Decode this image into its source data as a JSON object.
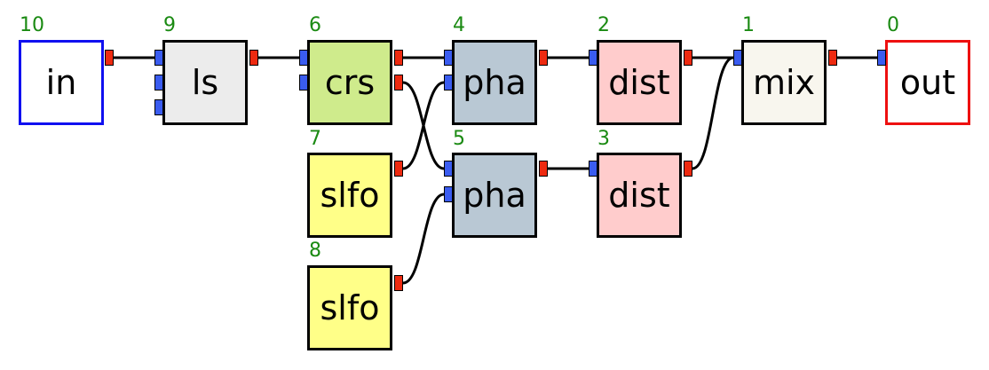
{
  "colors": {
    "index_text": "#1a8a12",
    "port_in": "#3a5cf0",
    "port_out": "#ee2a10",
    "wire": "#000000"
  },
  "nodes": {
    "in": {
      "label": "in",
      "index": "10",
      "fill": "#ffffff",
      "border": "#1010f0"
    },
    "ls": {
      "label": "ls",
      "index": "9",
      "fill": "#ececec",
      "border": "#000000"
    },
    "crs": {
      "label": "crs",
      "index": "6",
      "fill": "#cfeb8c",
      "border": "#000000"
    },
    "slfo7": {
      "label": "slfo",
      "index": "7",
      "fill": "#ffff88",
      "border": "#000000"
    },
    "slfo8": {
      "label": "slfo",
      "index": "8",
      "fill": "#ffff88",
      "border": "#000000"
    },
    "pha4": {
      "label": "pha",
      "index": "4",
      "fill": "#b9c8d4",
      "border": "#000000"
    },
    "pha5": {
      "label": "pha",
      "index": "5",
      "fill": "#b9c8d4",
      "border": "#000000"
    },
    "dist2": {
      "label": "dist",
      "index": "2",
      "fill": "#ffcccc",
      "border": "#000000"
    },
    "dist3": {
      "label": "dist",
      "index": "3",
      "fill": "#ffcccc",
      "border": "#000000"
    },
    "mix": {
      "label": "mix",
      "index": "1",
      "fill": "#f8f6ee",
      "border": "#000000"
    },
    "out": {
      "label": "out",
      "index": "0",
      "fill": "#ffffff",
      "border": "#ee1010"
    }
  },
  "connections": [
    {
      "from": "in:out0",
      "to": "ls:in0"
    },
    {
      "from": "ls:out0",
      "to": "crs:in0"
    },
    {
      "from": "crs:out0",
      "to": "pha4:in0"
    },
    {
      "from": "crs:out1",
      "to": "pha5:in0"
    },
    {
      "from": "slfo7:out0",
      "to": "pha4:in1"
    },
    {
      "from": "slfo8:out0",
      "to": "pha5:in1"
    },
    {
      "from": "pha4:out0",
      "to": "dist2:in0"
    },
    {
      "from": "pha5:out0",
      "to": "dist3:in0"
    },
    {
      "from": "dist2:out0",
      "to": "mix:in0"
    },
    {
      "from": "dist3:out0",
      "to": "mix:in0"
    },
    {
      "from": "mix:out0",
      "to": "out:in0"
    }
  ]
}
